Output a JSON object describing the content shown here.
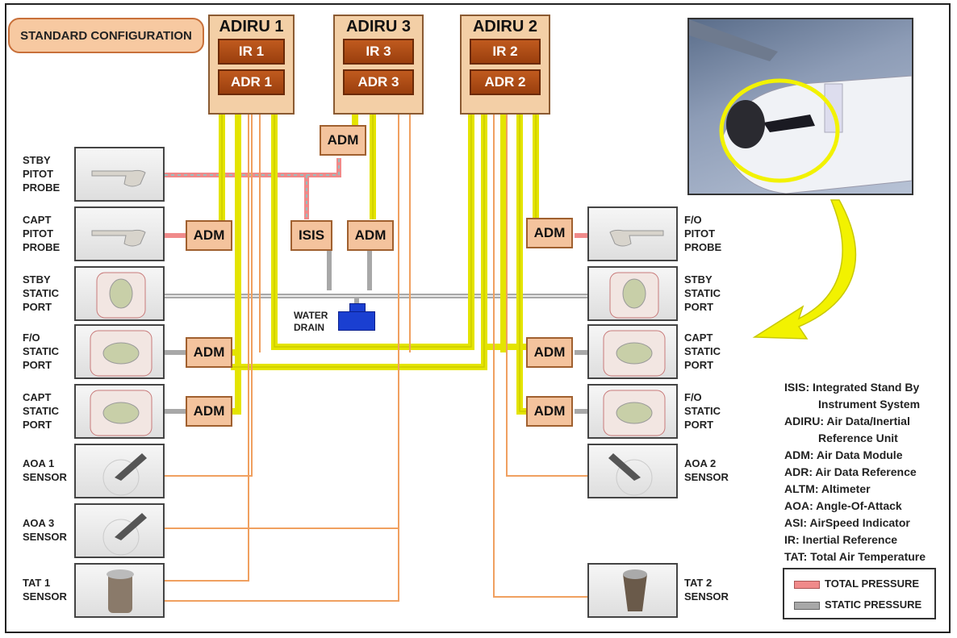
{
  "title": "STANDARD CONFIGURATION",
  "adiru": [
    {
      "name": "ADIRU 1",
      "ir": "IR 1",
      "adr": "ADR 1"
    },
    {
      "name": "ADIRU 3",
      "ir": "IR 3",
      "adr": "ADR 3"
    },
    {
      "name": "ADIRU 2",
      "ir": "IR 2",
      "adr": "ADR 2"
    }
  ],
  "adm_label": "ADM",
  "isis_label": "ISIS",
  "water_drain": "WATER\nDRAIN",
  "sensors_left": [
    "STBY\nPITOT\nPROBE",
    "CAPT\nPITOT\nPROBE",
    "STBY\nSTATIC\nPORT",
    "F/O\nSTATIC\nPORT",
    "CAPT\nSTATIC\nPORT",
    "AOA 1\nSENSOR",
    "AOA 3\nSENSOR",
    "TAT 1\nSENSOR"
  ],
  "sensors_right": [
    "F/O\nPITOT\nPROBE",
    "STBY\nSTATIC\nPORT",
    "CAPT\nSTATIC\nPORT",
    "F/O\nSTATIC\nPORT",
    "AOA 2\nSENSOR",
    "TAT 2\nSENSOR"
  ],
  "legend": [
    {
      "text": "ISIS: Integrated Stand By",
      "indent": false
    },
    {
      "text": "Instrument System",
      "indent": true
    },
    {
      "text": "ADIRU: Air Data/Inertial",
      "indent": false
    },
    {
      "text": "Reference Unit",
      "indent": true
    },
    {
      "text": "ADM: Air Data Module",
      "indent": false
    },
    {
      "text": "ADR: Air Data Reference",
      "indent": false
    },
    {
      "text": "ALTM: Altimeter",
      "indent": false
    },
    {
      "text": "AOA: Angle-Of-Attack",
      "indent": false
    },
    {
      "text": "ASI: AirSpeed Indicator",
      "indent": false
    },
    {
      "text": "IR: Inertial Reference",
      "indent": false
    },
    {
      "text": "TAT: Total Air Temperature",
      "indent": false
    }
  ],
  "key": {
    "total": "TOTAL PRESSURE",
    "static": "STATIC PRESSURE"
  },
  "colors": {
    "total": "#f08a8a",
    "static": "#a8a8a8",
    "electric": "#f2f200",
    "orange": "#f0a060",
    "drain": "#1a3fd1"
  }
}
